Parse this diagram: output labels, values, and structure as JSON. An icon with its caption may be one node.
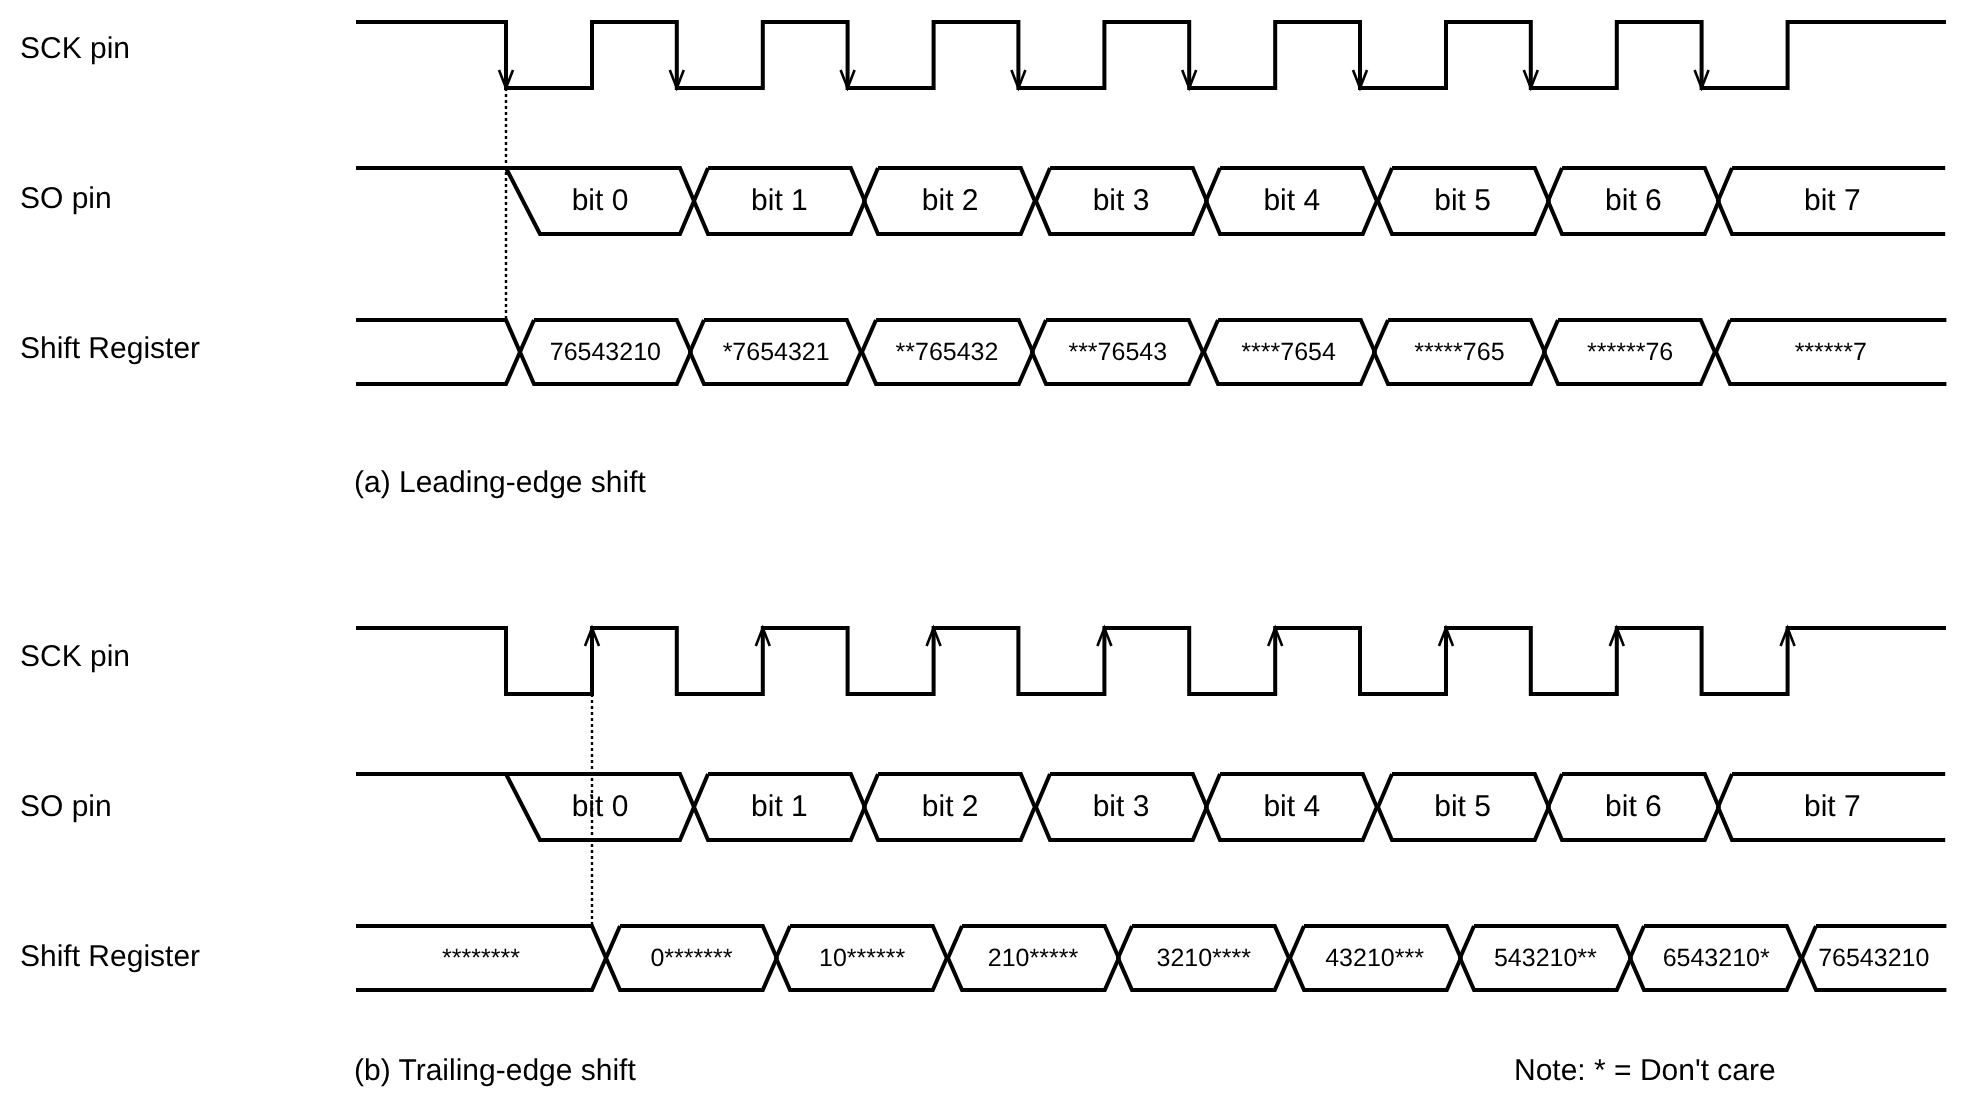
{
  "diagram": {
    "nodes": [
      {
        "text": [
          "bit 0"
        ]
      },
      {
        "text": [
          "bit 1"
        ]
      },
      {
        "text": [
          "bit 2"
        ]
      },
      {
        "text": [
          "bit 3"
        ]
      },
      {
        "text": [
          "bit 4"
        ]
      },
      {
        "text": [
          "bit 5"
        ]
      },
      {
        "text": [
          "bit 6"
        ]
      },
      {
        "text": [
          "bit 7"
        ]
      },
      {
        "text": [
          "76543210"
        ]
      },
      {
        "text": [
          "*7654321"
        ]
      },
      {
        "text": [
          "**765432"
        ]
      },
      {
        "text": [
          "***76543"
        ]
      },
      {
        "text": [
          "****7654"
        ]
      },
      {
        "text": [
          "*****765"
        ]
      },
      {
        "text": [
          "******76"
        ]
      },
      {
        "text": [
          "******7"
        ]
      },
      {
        "text": [
          "bit 0"
        ]
      },
      {
        "text": [
          "bit 1"
        ]
      },
      {
        "text": [
          "bit 2"
        ]
      },
      {
        "text": [
          "bit 3"
        ]
      },
      {
        "text": [
          "bit 4"
        ]
      },
      {
        "text": [
          "bit 5"
        ]
      },
      {
        "text": [
          "bit 6"
        ]
      },
      {
        "text": [
          "bit 7"
        ]
      },
      {
        "text": [
          "********"
        ]
      },
      {
        "text": [
          "0*******"
        ]
      },
      {
        "text": [
          "10******"
        ]
      },
      {
        "text": [
          "210*****"
        ]
      },
      {
        "text": [
          "3210****"
        ]
      },
      {
        "text": [
          "43210***"
        ]
      },
      {
        "text": [
          "543210**"
        ]
      },
      {
        "text": [
          "6543210*"
        ]
      },
      {
        "text": [
          "76543210"
        ]
      }
    ],
    "labels": [
      "SCK pin",
      "SO pin",
      "Shift Register",
      "(a) Leading-edge shift",
      "SCK pin",
      "SO pin",
      "Shift Register",
      "(b) Trailing-edge shift",
      "Note: * = Don't care"
    ]
  }
}
